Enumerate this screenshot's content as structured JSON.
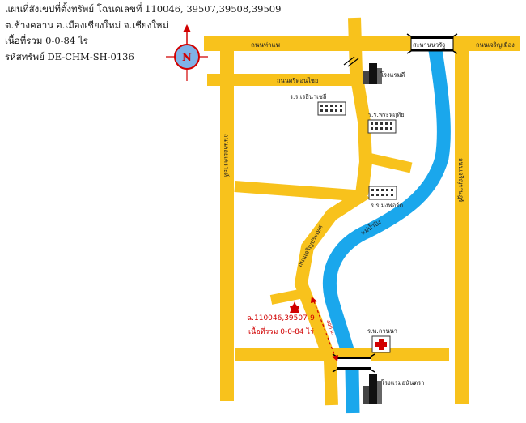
{
  "header": {
    "line1": "แผนที่สังเขปที่ตั้งทรัพย์ โฉนดเลขที่ 110046, 39507,39508,39509",
    "line2": "ต.ช้างคลาน อ.เมืองเชียงใหม่ จ.เชียงใหม่",
    "line3": "เนื้อที่รวม 0-0-84 ไร่",
    "line4": "รหัสทรัพย์ DE-CHM-SH-0136"
  },
  "compass": {
    "letter": "N"
  },
  "roads": {
    "tha_phae": "ถนนท่าแพ",
    "nawarat_bridge": "สะพานนวรัฐ",
    "charoen_muang": "ถนนเจริญเมือง",
    "sridonchai": "ถนนศรีดอนไชย",
    "loi_kroh": "ถนนลอยเคราะห์",
    "charoen_prathet": "ถนนเจริญประเทศ",
    "charoen_rat": "ถนนเจริญราษฎร์",
    "river": "แม่น้ำปิง",
    "distance": "400 ม."
  },
  "landmarks": {
    "hotel_top": "โรงแรมดี",
    "school_1": "ร.ร.เรยีนาเชลี",
    "school_2": "ร.ร.พระหฤทัย",
    "school_3": "ร.ร.มงฟอร์ต",
    "hospital": "ร.พ.ลานนา",
    "hotel_bottom": "โรงแรมอนันตรา"
  },
  "property": {
    "deed": "ฉ.110046,39507-9",
    "area": "เนื้อที่รวม 0-0-84 ไร่"
  },
  "colors": {
    "road": "#f8c21c",
    "river": "#1aa7ec",
    "property": "#d10000",
    "compass": "#7fb2e6"
  }
}
